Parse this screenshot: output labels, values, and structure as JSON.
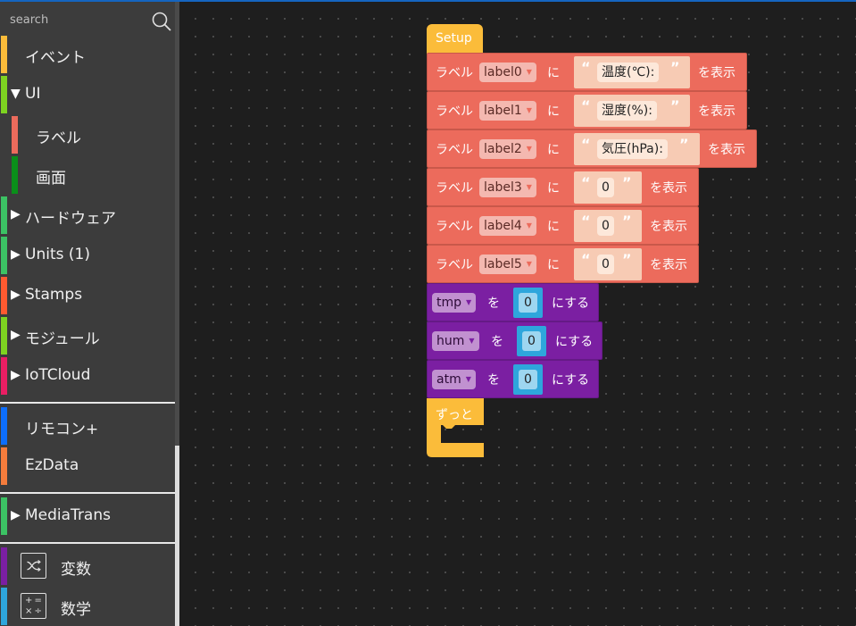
{
  "sidebar": {
    "search_placeholder": "search",
    "categories": [
      {
        "label": "イベント",
        "color": "#fbbc3a",
        "arrow": ""
      },
      {
        "label": "UI",
        "color": "#7ed321",
        "arrow": "▼"
      },
      {
        "label": "ラベル",
        "color": "#ec6b5c",
        "arrow": ""
      },
      {
        "label": "画面",
        "color": "#0a8f1a",
        "arrow": ""
      },
      {
        "label": "ハードウェア",
        "color": "#3cc264",
        "arrow": "▶"
      },
      {
        "label": "Units (1)",
        "color": "#3cc264",
        "arrow": "▶"
      },
      {
        "label": "Stamps",
        "color": "#ff5a30",
        "arrow": "▶"
      },
      {
        "label": "モジュール",
        "color": "#7ed321",
        "arrow": "▶"
      },
      {
        "label": "IoTCloud",
        "color": "#e91e63",
        "arrow": "▶"
      },
      {
        "label": "リモコン+",
        "color": "#0d6efd",
        "arrow": ""
      },
      {
        "label": "EzData",
        "color": "#f47c3c",
        "arrow": ""
      },
      {
        "label": "MediaTrans",
        "color": "#3cc264",
        "arrow": "▶"
      },
      {
        "label": "変数",
        "color": "#7b1fa2",
        "icon": "shuffle-icon"
      },
      {
        "label": "数学",
        "color": "#2ea6dc",
        "icon": "math-icon",
        "icon_glyphs": [
          "+",
          "=",
          "×",
          "÷"
        ]
      }
    ]
  },
  "workspace": {
    "setup_hat": {
      "label": "Setup"
    },
    "label_blocks": [
      {
        "prefix": "ラベル",
        "target": "label0",
        "mid": "に",
        "text": "温度(℃):",
        "suffix": "を表示"
      },
      {
        "prefix": "ラベル",
        "target": "label1",
        "mid": "に",
        "text": "湿度(%):",
        "suffix": "を表示"
      },
      {
        "prefix": "ラベル",
        "target": "label2",
        "mid": "に",
        "text": "気圧(hPa):",
        "suffix": "を表示"
      },
      {
        "prefix": "ラベル",
        "target": "label3",
        "mid": "に",
        "text": "0",
        "suffix": "を表示"
      },
      {
        "prefix": "ラベル",
        "target": "label4",
        "mid": "に",
        "text": "0",
        "suffix": "を表示"
      },
      {
        "prefix": "ラベル",
        "target": "label5",
        "mid": "に",
        "text": "0",
        "suffix": "を表示"
      }
    ],
    "var_blocks": [
      {
        "var": "tmp",
        "mid": "を",
        "value": "0",
        "suffix": "にする"
      },
      {
        "var": "hum",
        "mid": "を",
        "value": "0",
        "suffix": "にする"
      },
      {
        "var": "atm",
        "mid": "を",
        "value": "0",
        "suffix": "にする"
      }
    ],
    "loop_block": {
      "label": "ずっと"
    },
    "quote_open": "“",
    "quote_close": "”",
    "dropdown_arrow": "▼"
  }
}
